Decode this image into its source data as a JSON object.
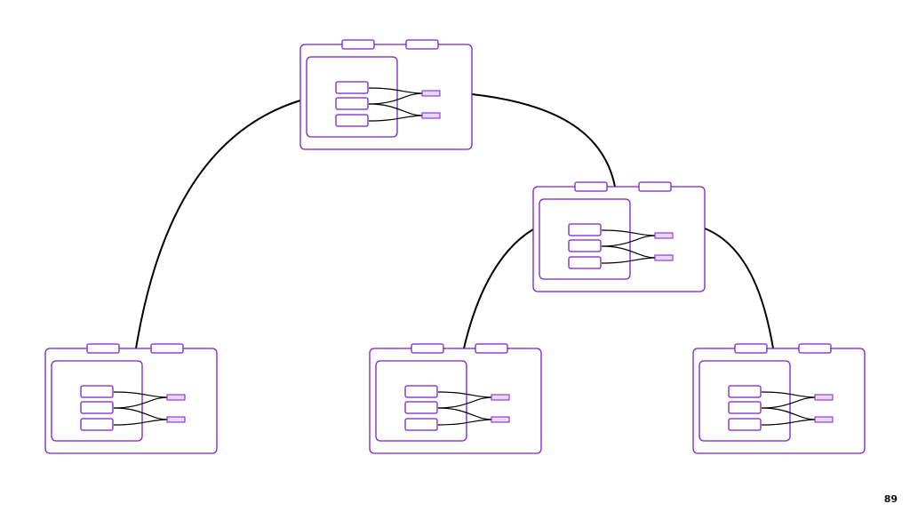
{
  "page_number": "89",
  "colors": {
    "node_stroke": "#7a1fc9",
    "pin_fill": "#ead6f7",
    "edge_stroke": "#000000",
    "background": "#ffffff"
  },
  "tree": {
    "nodes": [
      {
        "id": "node-root"
      },
      {
        "id": "node-right-mid"
      },
      {
        "id": "node-leaf-left"
      },
      {
        "id": "node-leaf-middle"
      },
      {
        "id": "node-leaf-right"
      }
    ],
    "edges": [
      {
        "from": "node-root",
        "to": "node-leaf-left"
      },
      {
        "from": "node-root",
        "to": "node-right-mid"
      },
      {
        "from": "node-right-mid",
        "to": "node-leaf-middle"
      },
      {
        "from": "node-right-mid",
        "to": "node-leaf-right"
      }
    ]
  }
}
